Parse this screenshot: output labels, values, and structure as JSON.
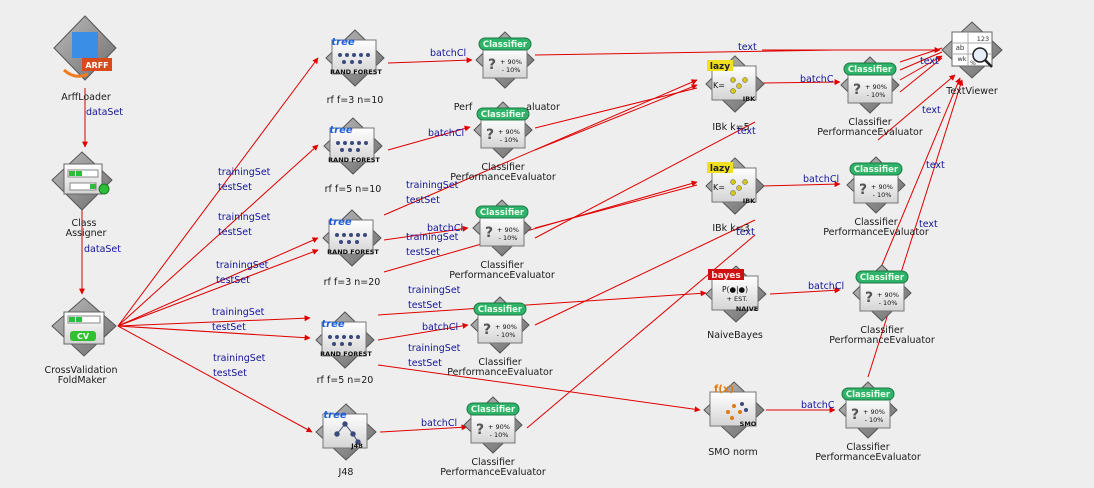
{
  "colors": {
    "background": "#eeeeee",
    "edge": "#e00000",
    "edge_label": "#14149a",
    "tree_badge": "#1f5fd8",
    "lazy_badge": "#f0e020",
    "bayes_badge": "#d01010",
    "classifier_badge": "#2fb36a",
    "cv_badge": "#30c030"
  },
  "components": {
    "arff_loader": {
      "caption": "ArffLoader",
      "badge": "ARFF",
      "icon": "arff-loader-icon"
    },
    "class_assigner": {
      "caption1": "Class",
      "caption2": "Assigner",
      "icon": "class-assigner-icon"
    },
    "cv_fold_maker": {
      "caption1": "CrossValidation",
      "caption2": "FoldMaker",
      "badge": "CV",
      "icon": "cv-foldmaker-icon"
    },
    "rf1": {
      "caption": "rf f=3 n=10",
      "badge": "tree",
      "sub": "RAND FOREST"
    },
    "rf2": {
      "caption": "rf f=5 n=10",
      "badge": "tree",
      "sub": "RAND FOREST"
    },
    "rf3": {
      "caption": "rf f=3 n=20",
      "badge": "tree",
      "sub": "RAND FOREST"
    },
    "rf4": {
      "caption": "rf f=5 n=20",
      "badge": "tree",
      "sub": "RAND FOREST"
    },
    "j48": {
      "caption": "J48",
      "badge": "tree",
      "sub": "J48"
    },
    "ibk1": {
      "caption": "IBk k=5",
      "badge": "lazy",
      "sub": "IBK",
      "k": "K="
    },
    "ibk2": {
      "caption": "IBk k=3",
      "badge": "lazy",
      "sub": "IBK",
      "k": "K="
    },
    "naive_bayes": {
      "caption": "NaiveBayes",
      "badge": "bayes",
      "sub": "NAIVE",
      "formula": "P(●|●)",
      "est": "+ EST."
    },
    "smo": {
      "caption": "SMO norm",
      "badge": "f(x)",
      "sub": "SMO"
    },
    "text_viewer": {
      "caption": "TextViewer",
      "icon": "text-viewer-icon",
      "glyphs": [
        "ab",
        "123",
        "wk",
        "%"
      ]
    },
    "evaluator": {
      "badge": "Classifier",
      "plus": "+ 90%",
      "minus": "- 10%",
      "caption1": "Classifier",
      "caption2": "PerformanceEvaluator"
    },
    "evaluator_partial_top": "Perf",
    "evaluator_partial_tail": "aluator"
  },
  "edge_labels": {
    "dataSet": "dataSet",
    "trainingSet": "trainingSet",
    "testSet": "testSet",
    "batchClassifier": "batchCl",
    "text": "text",
    "batchC": "batchC"
  }
}
